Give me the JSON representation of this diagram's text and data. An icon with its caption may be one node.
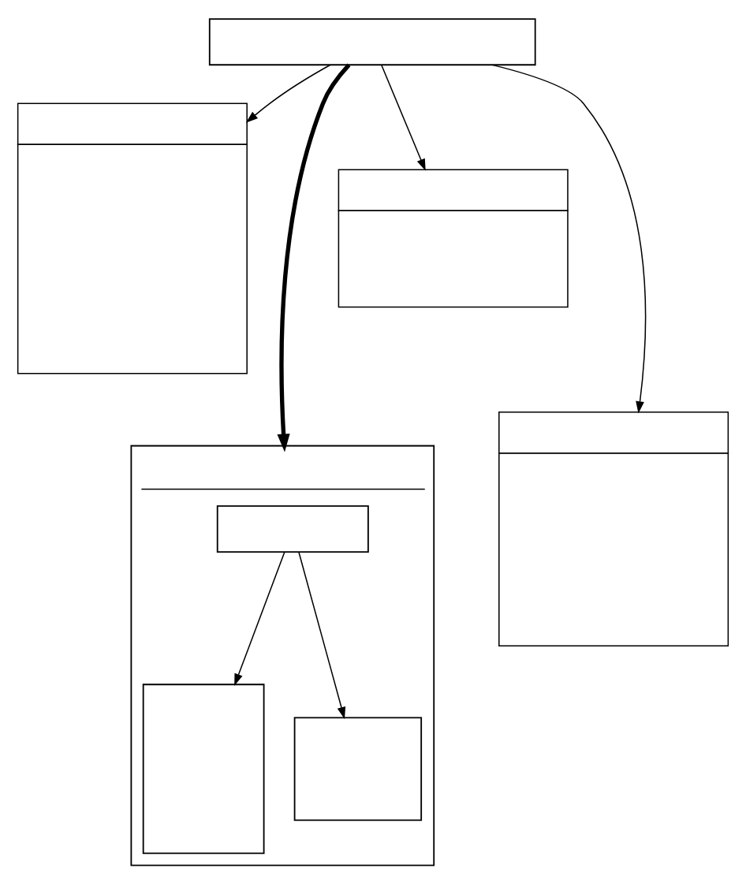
{
  "diagram": {
    "nodes": [
      {
        "text": [],
        "shape": "box"
      },
      {
        "text": [],
        "shape": "box"
      },
      {
        "text": [],
        "shape": "box"
      },
      {
        "text": [],
        "shape": "box"
      },
      {
        "text": [],
        "shape": "box"
      },
      {
        "text": [],
        "shape": "box",
        "in": 4
      },
      {
        "text": [],
        "shape": "box",
        "in": 4
      },
      {
        "text": [],
        "shape": "box",
        "in": 4
      }
    ],
    "edges": [
      {
        "from": 0,
        "to": 1,
        "arrow": "to"
      },
      {
        "from": 0,
        "to": 4,
        "arrow": "to",
        "style": "thick"
      },
      {
        "from": 0,
        "to": 3,
        "arrow": "to"
      },
      {
        "from": 0,
        "to": 2,
        "arrow": "to"
      },
      {
        "from": 5,
        "to": 6,
        "arrow": "to"
      },
      {
        "from": 5,
        "to": 7,
        "arrow": "to"
      }
    ]
  }
}
